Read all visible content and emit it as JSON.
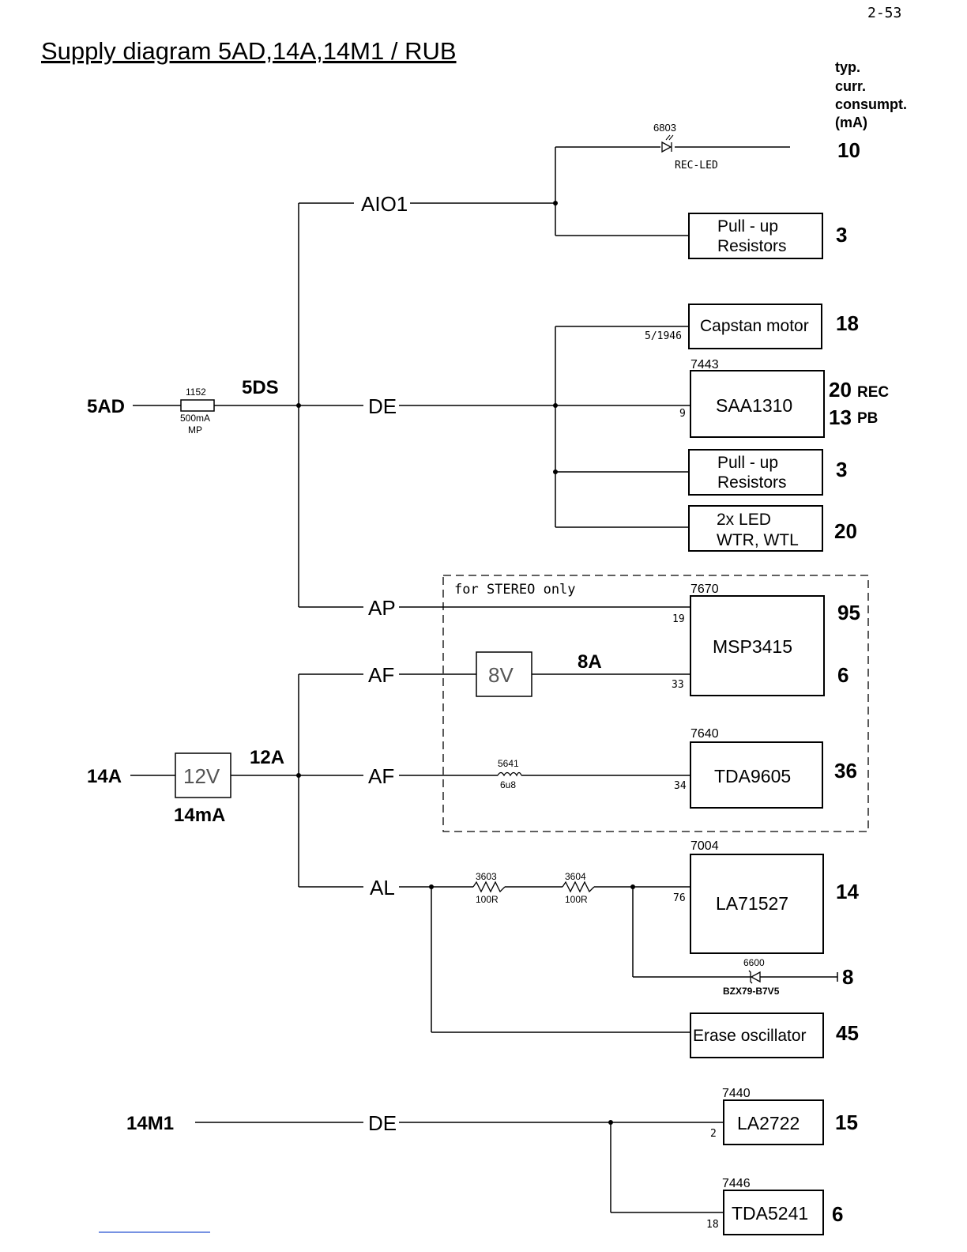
{
  "page_number": "2-53",
  "title": "Supply diagram 5AD,14A,14M1 / RUB",
  "consumption_header": [
    "typ.",
    "curr.",
    "consumpt.",
    "(mA)"
  ],
  "supplies": {
    "s5AD": "5AD",
    "s14A": "14A",
    "s14M1": "14M1",
    "s5DS": "5DS",
    "s12A": "12A",
    "s8A": "8A",
    "reg_current": "14mA"
  },
  "rails": {
    "aio1": "AIO1",
    "de": "DE",
    "ap": "AP",
    "af1": "AF",
    "af2": "AF",
    "al": "AL",
    "de2": "DE"
  },
  "regulators": {
    "v12": "12V",
    "v8": "8V"
  },
  "parts": {
    "fuse_ref": "1152",
    "fuse_val1": "500mA",
    "fuse_val2": "MP",
    "led_ref": "6803",
    "led_name": "REC-LED",
    "capstan_ref": "5/1946",
    "coil_ref": "5641",
    "coil_val": "6u8",
    "r1_ref": "3603",
    "r1_val": "100R",
    "r2_ref": "3604",
    "r2_val": "100R",
    "zener_ref": "6600",
    "zener_val": "BZX79-B7V5"
  },
  "stereo_note": "for STEREO only",
  "blocks": {
    "pullup1": {
      "line1": "Pull - up",
      "line2": "Resistors",
      "current": "3"
    },
    "capstan": {
      "label": "Capstan motor",
      "current": "18"
    },
    "saa1310": {
      "ref": "7443",
      "label": "SAA1310",
      "pin": "9",
      "current_rec": "20",
      "rec_label": "REC",
      "current_pb": "13",
      "pb_label": "PB"
    },
    "pullup2": {
      "line1": "Pull - up",
      "line2": "Resistors",
      "current": "3"
    },
    "led2x": {
      "line1": "2x LED",
      "line2": "WTR, WTL",
      "current": "20"
    },
    "msp3415": {
      "ref": "7670",
      "label": "MSP3415",
      "pin1": "19",
      "pin2": "33",
      "current1": "95",
      "current2": "6"
    },
    "tda9605": {
      "ref": "7640",
      "label": "TDA9605",
      "pin": "34",
      "current": "36"
    },
    "la71527": {
      "ref": "7004",
      "label": "LA71527",
      "pin": "76",
      "current": "14"
    },
    "erase": {
      "label": "Erase oscillator",
      "current": "45"
    },
    "la2722": {
      "ref": "7440",
      "label": "LA2722",
      "pin": "2",
      "current": "15"
    },
    "tda5241": {
      "ref": "7446",
      "label": "TDA5241",
      "pin": "18",
      "current": "6"
    }
  },
  "led_current": "10",
  "zener_current": "8"
}
